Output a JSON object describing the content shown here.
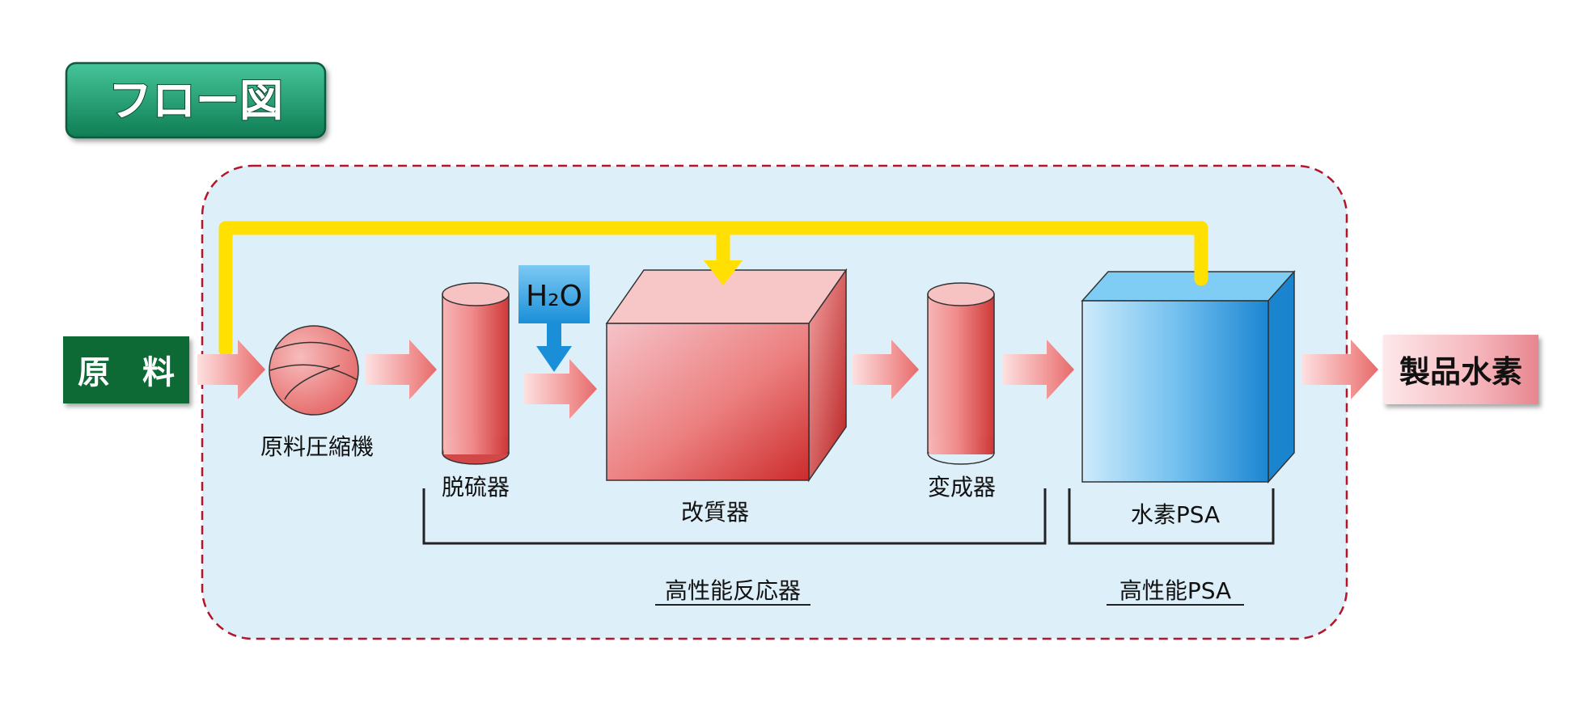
{
  "title": "フロー図",
  "input_label": "原　料",
  "output_label": "製品水素",
  "water_label": "H₂O",
  "components": {
    "compressor": "原料圧縮機",
    "desulfurizer": "脱硫器",
    "reformer": "改質器",
    "shift_converter": "変成器",
    "psa": "水素PSA"
  },
  "groups": {
    "reactor": "高性能反応器",
    "psa": "高性能PSA"
  },
  "colors": {
    "title_green": "#1e9a6e",
    "input_green": "#0f6a36",
    "frame_red": "#b3162a",
    "panel_blue": "#ddeff9",
    "pipe_yellow": "#ffe000",
    "equipment_red": "#e86a6a",
    "psa_blue": "#2b98dd",
    "water_blue": "#1a8fd8"
  }
}
